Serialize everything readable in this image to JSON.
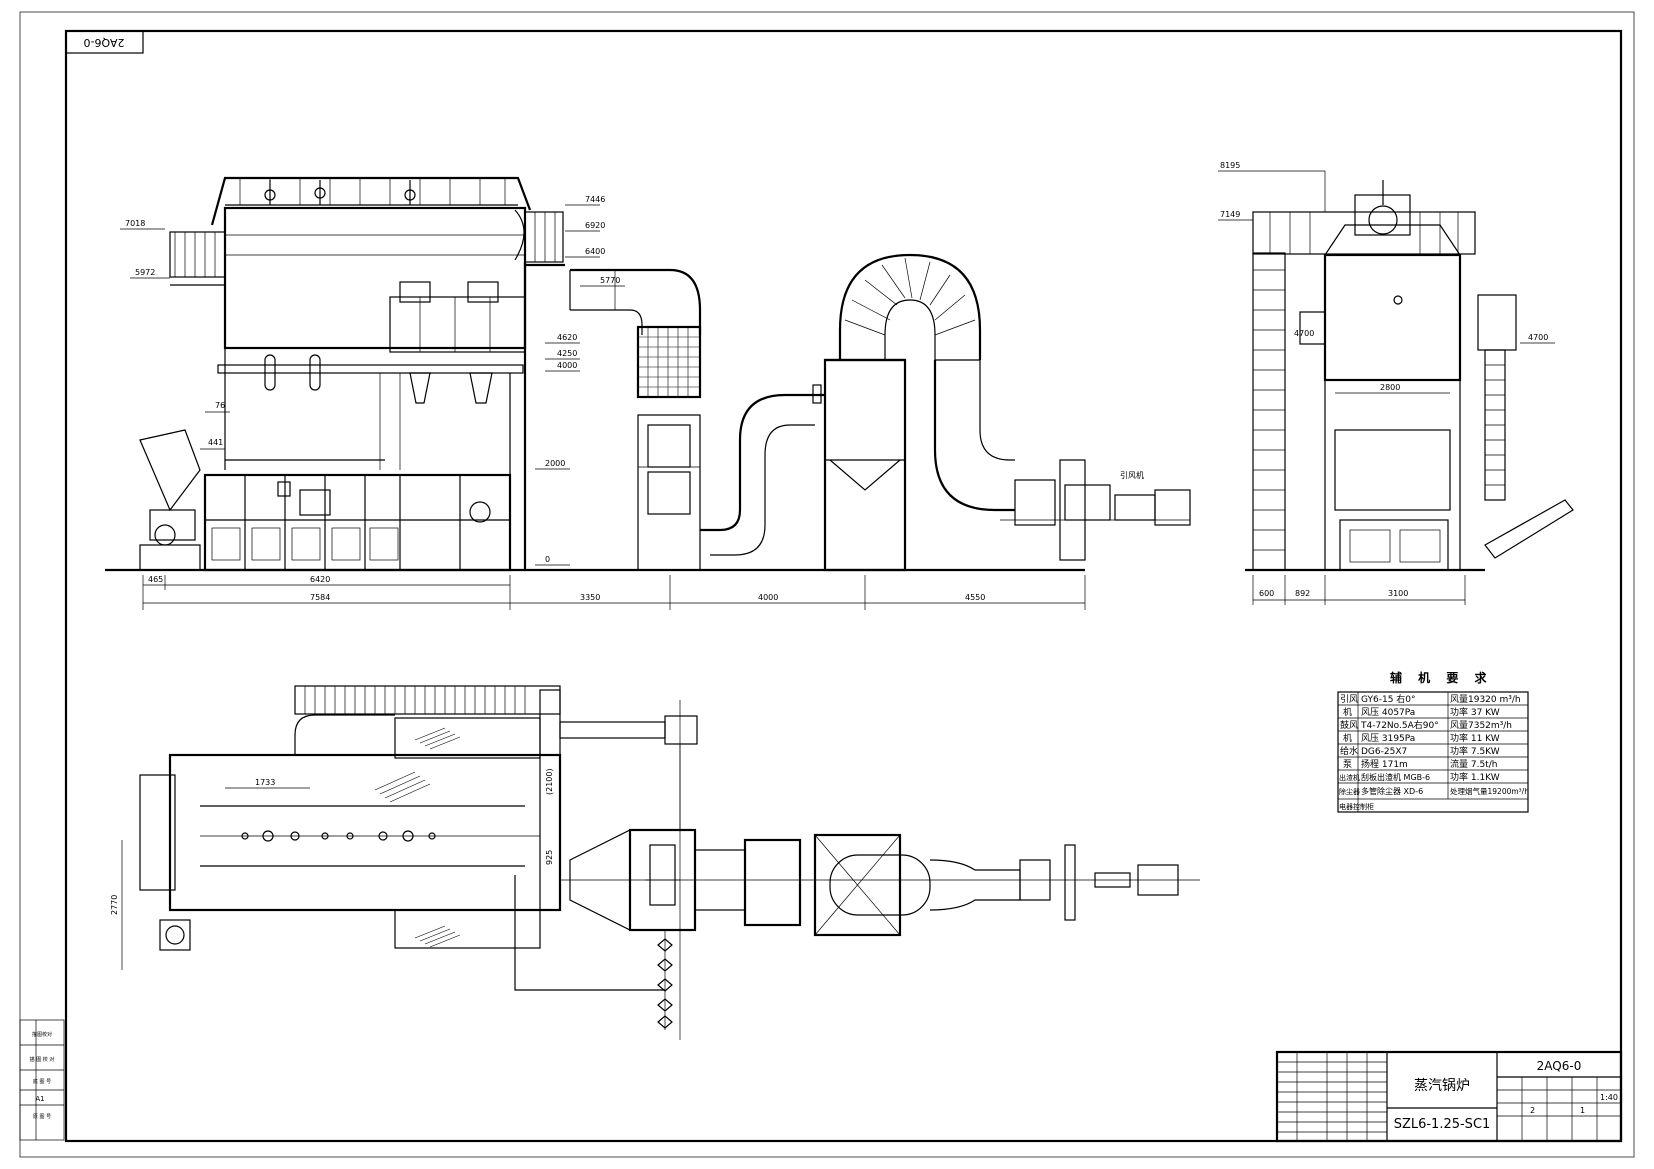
{
  "drawing": {
    "code_mirror": "2AQ6-0",
    "code": "2AQ6-0",
    "name": "蒸汽锅炉",
    "model": "SZL6-1.25-SC1",
    "scale": "1:40",
    "sheet_a": "2",
    "sheet_b": "1",
    "paper_size": "A1"
  },
  "elevations_front": [
    "7446",
    "6920",
    "6400",
    "7018",
    "5972",
    "5770",
    "4620",
    "4250",
    "4000",
    "2000",
    "0"
  ],
  "elevations_side": [
    "8195",
    "7149",
    "4700",
    "4700"
  ],
  "dims_front_top": [
    "76",
    "441"
  ],
  "dims_front_bottom": [
    "465",
    "6420",
    "7584",
    "3350",
    "4000",
    "4550"
  ],
  "dims_side": [
    "2800",
    "600",
    "892",
    "3100"
  ],
  "dims_plan": [
    "1733",
    "(2100)",
    "925",
    "2770"
  ],
  "fan_label": "引风机",
  "aux_table": {
    "title": "辅 机 要 求",
    "rows": [
      [
        "引风",
        "GY6-15 右0°",
        "风量19320 m³/h"
      ],
      [
        "机",
        "风压 4057Pa",
        "功率  37 KW"
      ],
      [
        "鼓风",
        "T4-72No.5A右90°",
        "风量7352m³/h"
      ],
      [
        "机",
        "风压 3195Pa",
        "功率  11 KW"
      ],
      [
        "给水",
        "DG6-25X7",
        "功率  7.5KW"
      ],
      [
        "泵",
        "扬程 171m",
        "流量 7.5t/h"
      ],
      [
        "出渣机",
        "刮板出渣机 MGB-6",
        "功率 1.1KW"
      ],
      [
        "除尘器",
        "多管除尘器 XD-6",
        "处理烟气量19200m³/h"
      ],
      [
        "电器控制柜",
        "",
        ""
      ]
    ]
  },
  "side_stamp": [
    "描图校对",
    "描 图 校 对",
    "底 图 号",
    "A1",
    "原 图 号"
  ]
}
